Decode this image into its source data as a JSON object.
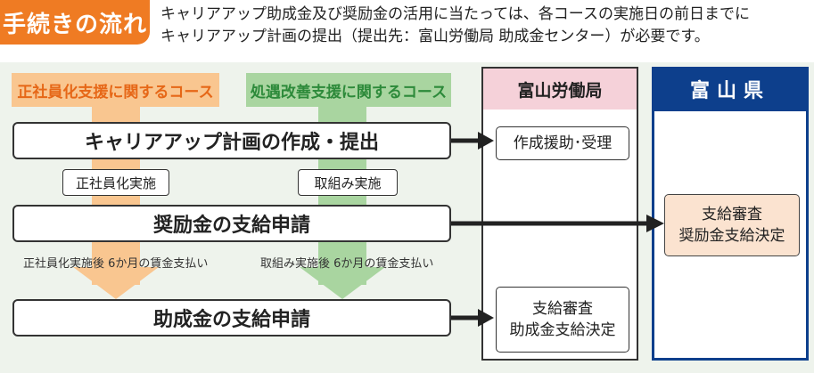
{
  "header": {
    "tag": "手続きの流れ",
    "intro_line1": "キャリアアップ助成金及び奨励金の活用に当たっては、各コースの実施日の前日までに",
    "intro_line2": "キャリアアップ計画の提出（提出先：富山労働局 助成金センター）が必要です。"
  },
  "courses": {
    "a": {
      "label": "正社員化支援に関するコース",
      "step": "正社員化実施",
      "note": "正社員化実施後 6か月の賃金支払い",
      "color": "#f9c690"
    },
    "b": {
      "label": "処遇改善支援に関するコース",
      "step": "取組み実施",
      "note": "取組み実施後 6か月の賃金支払い",
      "color": "#a9d5a0"
    }
  },
  "steps": {
    "plan": "キャリアアップ計画の作成・提出",
    "incentive": "奨励金の支給申請",
    "subsidy": "助成金の支給申請"
  },
  "labor_bureau": {
    "title": "富山労働局",
    "plan_action": "作成援助･受理",
    "subsidy_line1": "支給審査",
    "subsidy_line2": "助成金支給決定",
    "header_color": "#f5d1d9"
  },
  "prefecture": {
    "title": "富山県",
    "line1": "支給審査",
    "line2": "奨励金支給決定",
    "header_color": "#0d3f8c"
  },
  "colors": {
    "tag": "#ef7b23",
    "panel": "#eef3ec",
    "accent_box": "#fbe3d0"
  }
}
